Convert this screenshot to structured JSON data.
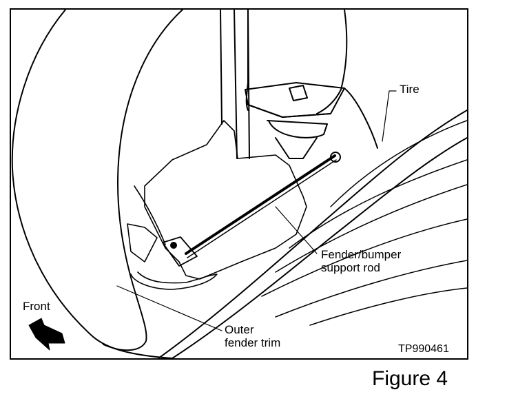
{
  "labels": {
    "tire": "Tire",
    "rod_line1": "Fender/bumper",
    "rod_line2": "support rod",
    "trim_line1": "Outer",
    "trim_line2": "fender trim",
    "front": "Front",
    "code": "TP990461"
  },
  "caption": "Figure 4"
}
